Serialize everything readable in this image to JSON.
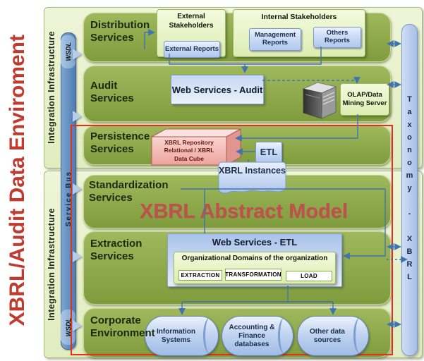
{
  "title": "XBRL/Audit Data Enviroment",
  "left_rail": {
    "infrastructure_label_top": "Integration Infrastructure",
    "infrastructure_label_bottom": "Integration Infrastructure",
    "wsdl_label_top": "WSDL",
    "wsdl_label_bottom": "WSDL",
    "service_bus_label": "Service Bus"
  },
  "right_rail": {
    "taxonomy_label": "Taxonomy - XBRL"
  },
  "abstract_model_label": "XBRL Abstract Model",
  "distribution": {
    "label": "Distribution Services",
    "external_stakeholders": {
      "title": "External Stakeholders",
      "report": "External Reports"
    },
    "internal_stakeholders": {
      "title": "Internal Stakeholders",
      "management": "Management Reports",
      "others": "Others Reports"
    }
  },
  "audit": {
    "label": "Audit Services",
    "web_services": "Web Services - Audit",
    "olap": "OLAP/Data Mining Server"
  },
  "persistence": {
    "label": "Persistence Services",
    "repository_lines": [
      "XBRL Repository",
      "Relational / XBRL",
      "Data Cube"
    ],
    "etl": "ETL"
  },
  "xbrl_instances": "XBRL Instances",
  "standardization": {
    "label": "Standardization Services"
  },
  "extraction": {
    "label": "Extraction Services",
    "web_services": "Web Services - ETL",
    "domains_title": "Organizational Domains of the organization",
    "steps": [
      "EXTRACTION",
      "TRANSFORMATION",
      "LOAD"
    ]
  },
  "corporate": {
    "label": "Corporate Environment",
    "sources": [
      "Information Systems",
      "Accounting & Finance databases",
      "Other data sources"
    ]
  },
  "icons": {
    "server": "3d-server-tower",
    "repository": "3d-pink-data-cube",
    "sources": "horizontal-database-cylinder",
    "bus_arrows": "right-chevron-arrow"
  },
  "colors": {
    "accent_red": "#e2301c",
    "title_red": "#bf3a2f",
    "watermark_red": "#c0504d",
    "row_green": "#8caa49",
    "panel_green": "#e9f1ce",
    "box_blue": "#c8d9f0",
    "bus_blue": "#5d89bd",
    "taxonomy_blue": "#b8cdec",
    "cube_pink": "#efa79f"
  }
}
